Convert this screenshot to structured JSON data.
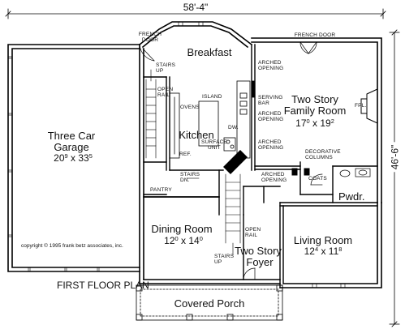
{
  "plan_title": "FIRST FLOOR PLAN",
  "copyright": "copyright © 1995 frank betz associates, inc.",
  "overall_width": "58'-4\"",
  "overall_depth": "46'-6\"",
  "rooms": {
    "breakfast": {
      "name": "Breakfast"
    },
    "family": {
      "name_line1": "Two Story",
      "name_line2": "Family Room",
      "w": "17",
      "w_in": "0",
      "d": "19",
      "d_in": "2"
    },
    "garage": {
      "name_line1": "Three Car",
      "name_line2": "Garage",
      "w": "20",
      "w_in": "9",
      "d": "33",
      "d_in": "5"
    },
    "kitchen": {
      "name": "Kitchen"
    },
    "dining": {
      "name": "Dining Room",
      "w": "12",
      "w_in": "0",
      "d": "14",
      "d_in": "0"
    },
    "foyer": {
      "name_line1": "Two Story",
      "name_line2": "Foyer"
    },
    "living": {
      "name": "Living Room",
      "w": "12",
      "w_in": "4",
      "d": "11",
      "d_in": "8"
    },
    "powder": {
      "name": "Pwdr."
    },
    "porch": {
      "name": "Covered Porch"
    }
  },
  "separator": "x",
  "notes": {
    "french_door_left": [
      "FRENCH",
      "DOOR"
    ],
    "french_door_right": [
      "FRENCH DOOR"
    ],
    "stairs_up_top": [
      "STAIRS",
      "UP"
    ],
    "open_rail_top": [
      "OPEN",
      "RAIL"
    ],
    "ovens": "OVENS",
    "island": "ISLAND",
    "ref": "REF.",
    "dw": "DW.",
    "surface_unit": [
      "SURFACE",
      "UNIT"
    ],
    "serving_bar": [
      "SERVING",
      "BAR"
    ],
    "arched_1": [
      "ARCHED",
      "OPENING"
    ],
    "arched_2": [
      "ARCHED",
      "OPENING"
    ],
    "arched_3": [
      "ARCHED",
      "OPENING"
    ],
    "arched_4": [
      "ARCHED",
      "OPENING"
    ],
    "fpl": "FPL.",
    "decorative_columns": [
      "DECORATIVE",
      "COLUMNS"
    ],
    "coats": "COATS",
    "pantry": "PANTRY",
    "stairs_dn": [
      "STAIRS",
      "DN."
    ],
    "open_rail_bottom": [
      "OPEN",
      "RAIL"
    ],
    "stairs_up_bottom": [
      "STAIRS",
      "UP"
    ]
  }
}
